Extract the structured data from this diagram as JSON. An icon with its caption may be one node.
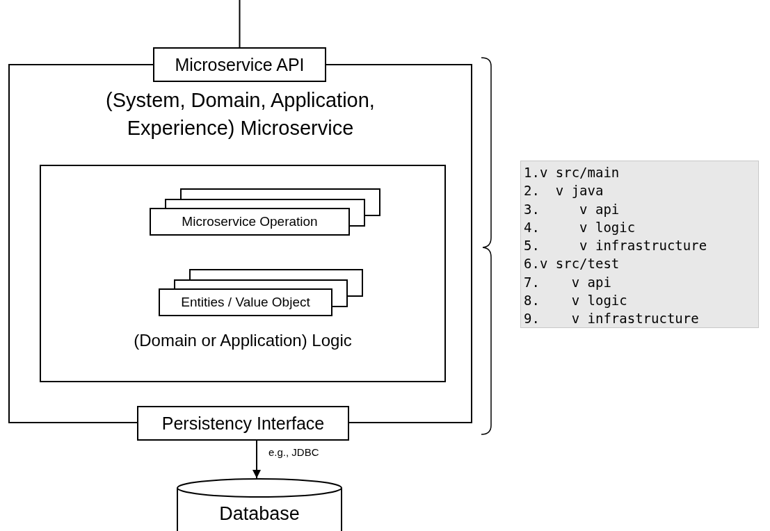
{
  "diagram": {
    "nodes": [
      {
        "text": [
          "(System, Domain, Application, Experience) Microservice"
        ]
      },
      {
        "text": [
          "Microservice API"
        ]
      },
      {
        "text": [
          "(Domain or Application) Logic"
        ],
        "in": 0
      },
      {
        "text": [
          "Microservice Operation"
        ],
        "in": 2
      },
      {
        "text": [
          "Entities / Value Object"
        ],
        "in": 2
      },
      {
        "text": [
          "Persistency Interface"
        ]
      },
      {
        "text": [
          "Database"
        ]
      },
      {
        "text": [
          "1.v src/main",
          "2.  v java",
          "3.     v api",
          "4.     v logic",
          "5.     v infrastructure",
          "6.v src/test",
          "7.    v api",
          "8.    v logic",
          "9.    v infrastructure"
        ]
      }
    ],
    "edges": [
      {
        "from": null,
        "to": 1,
        "arrow": "none"
      },
      {
        "from": 5,
        "to": 6,
        "arrow": "to",
        "label": "e.g., JDBC"
      }
    ]
  }
}
